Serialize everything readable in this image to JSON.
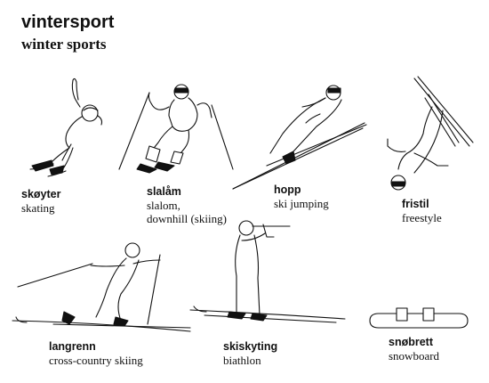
{
  "header": {
    "title": "vintersport",
    "subtitle": "winter sports"
  },
  "terms": {
    "skating": {
      "no": "skøyter",
      "en": "skating"
    },
    "slalom": {
      "no": "slalåm",
      "en": "slalom,\ndownhill (skiing)"
    },
    "jumping": {
      "no": "hopp",
      "en": "ski jumping"
    },
    "freestyle": {
      "no": "fristil",
      "en": "freestyle"
    },
    "crosscountry": {
      "no": "langrenn",
      "en": "cross-country skiing"
    },
    "biathlon": {
      "no": "skiskyting",
      "en": "biathlon"
    },
    "snowboard": {
      "no": "snøbrett",
      "en": "snowboard"
    }
  }
}
